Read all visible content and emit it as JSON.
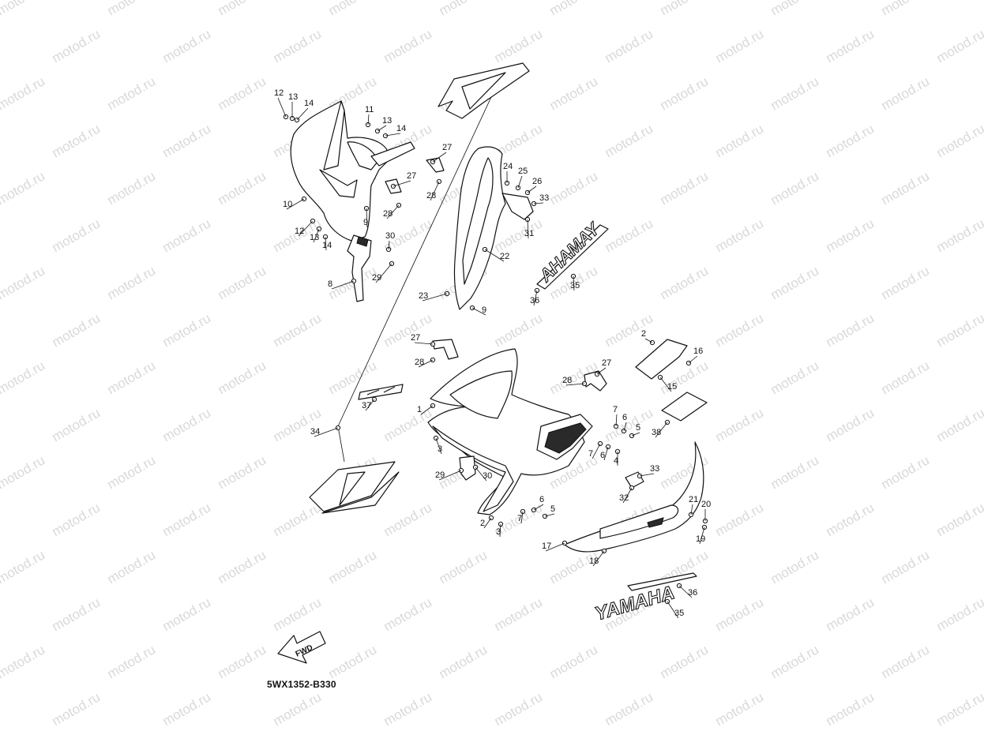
{
  "diagram": {
    "drawing_code": "5WX1352-B330",
    "watermark": "motod.ru",
    "fwd_label": "FWD",
    "decals": {
      "brand_front": "YAMAHA",
      "brand_mirror": "AHAMAY"
    },
    "callouts": [
      {
        "id": "c12a",
        "label": "12"
      },
      {
        "id": "c13a",
        "label": "13"
      },
      {
        "id": "c14a",
        "label": "14"
      },
      {
        "id": "c11",
        "label": "11"
      },
      {
        "id": "c13b",
        "label": "13"
      },
      {
        "id": "c14b",
        "label": "14"
      },
      {
        "id": "c27a",
        "label": "27"
      },
      {
        "id": "c27b",
        "label": "27"
      },
      {
        "id": "c28a",
        "label": "28"
      },
      {
        "id": "c28b",
        "label": "28"
      },
      {
        "id": "c9a",
        "label": "9"
      },
      {
        "id": "c10",
        "label": "10"
      },
      {
        "id": "c12b",
        "label": "12"
      },
      {
        "id": "c13c",
        "label": "13"
      },
      {
        "id": "c14c",
        "label": "14"
      },
      {
        "id": "c30a",
        "label": "30"
      },
      {
        "id": "c29a",
        "label": "29"
      },
      {
        "id": "c8",
        "label": "8"
      },
      {
        "id": "c24",
        "label": "24"
      },
      {
        "id": "c25",
        "label": "25"
      },
      {
        "id": "c26",
        "label": "26"
      },
      {
        "id": "c33a",
        "label": "33"
      },
      {
        "id": "c31",
        "label": "31"
      },
      {
        "id": "c22",
        "label": "22"
      },
      {
        "id": "c23",
        "label": "23"
      },
      {
        "id": "c9b",
        "label": "9"
      },
      {
        "id": "c35a",
        "label": "35"
      },
      {
        "id": "c36a",
        "label": "36"
      },
      {
        "id": "c2a",
        "label": "2"
      },
      {
        "id": "c16",
        "label": "16"
      },
      {
        "id": "c15",
        "label": "15"
      },
      {
        "id": "c27c",
        "label": "27"
      },
      {
        "id": "c28c",
        "label": "28"
      },
      {
        "id": "c27d",
        "label": "27"
      },
      {
        "id": "c28d",
        "label": "28"
      },
      {
        "id": "c37",
        "label": "37"
      },
      {
        "id": "c1",
        "label": "1"
      },
      {
        "id": "c7a",
        "label": "7"
      },
      {
        "id": "c6a",
        "label": "6"
      },
      {
        "id": "c5a",
        "label": "5"
      },
      {
        "id": "c38",
        "label": "38"
      },
      {
        "id": "c34",
        "label": "34"
      },
      {
        "id": "c3a",
        "label": "3"
      },
      {
        "id": "c7b",
        "label": "7"
      },
      {
        "id": "c6b",
        "label": "6"
      },
      {
        "id": "c4",
        "label": "4"
      },
      {
        "id": "c29b",
        "label": "29"
      },
      {
        "id": "c30b",
        "label": "30"
      },
      {
        "id": "c33b",
        "label": "33"
      },
      {
        "id": "c32",
        "label": "32"
      },
      {
        "id": "c6c",
        "label": "6"
      },
      {
        "id": "c7c",
        "label": "7"
      },
      {
        "id": "c5b",
        "label": "5"
      },
      {
        "id": "c2b",
        "label": "2"
      },
      {
        "id": "c3b",
        "label": "3"
      },
      {
        "id": "c21",
        "label": "21"
      },
      {
        "id": "c20",
        "label": "20"
      },
      {
        "id": "c19",
        "label": "19"
      },
      {
        "id": "c17",
        "label": "17"
      },
      {
        "id": "c18",
        "label": "18"
      },
      {
        "id": "c36b",
        "label": "36"
      },
      {
        "id": "c35b",
        "label": "35"
      }
    ]
  }
}
